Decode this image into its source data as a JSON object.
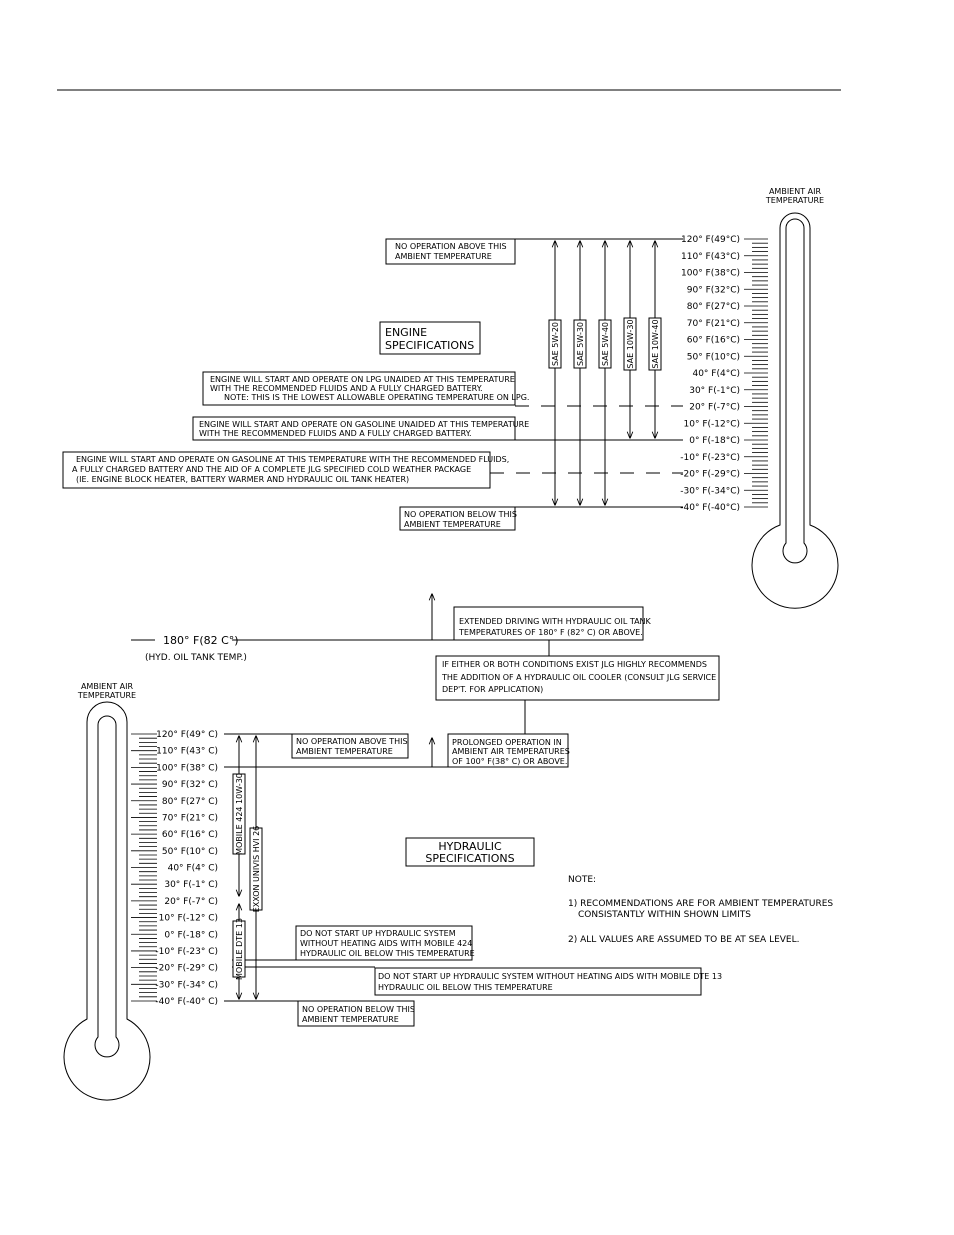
{
  "engine": {
    "title": [
      "ENGINE",
      "SPECIFICATIONS"
    ],
    "ambient_label": [
      "AMBIENT AIR",
      "TEMPERATURE"
    ],
    "scale": [
      "120° F(49°C)",
      "110° F(43°C)",
      "100° F(38°C)",
      "90° F(32°C)",
      "80° F(27°C)",
      "70° F(21°C)",
      "60° F(16°C)",
      "50° F(10°C)",
      "40° F(4°C)",
      "30° F(-1°C)",
      "20° F(-7°C)",
      "10° F(-12°C)",
      "0° F(-18°C)",
      "-10° F(-23°C)",
      "-20° F(-29°C)",
      "-30° F(-34°C)",
      "-40° F(-40°C)"
    ],
    "oils": [
      "SAE 5W-20",
      "SAE 5W-30",
      "SAE 5W-40",
      "SAE 10W-30",
      "SAE 10W-40"
    ],
    "note_above": [
      "NO OPERATION ABOVE THIS",
      "AMBIENT TEMPERATURE"
    ],
    "note_below": [
      "NO OPERATION BELOW THIS",
      "AMBIENT TEMPERATURE"
    ],
    "note_lpg": [
      "ENGINE WILL START AND OPERATE ON LPG  UNAIDED AT THIS TEMPERATURE",
      "WITH THE RECOMMENDED FLUIDS AND A FULLY CHARGED BATTERY.",
      "NOTE: THIS IS THE LOWEST ALLOWABLE OPERATING TEMPERATURE ON LPG."
    ],
    "note_gas": [
      "ENGINE WILL START AND OPERATE ON GASOLINE UNAIDED AT THIS TEMPERATURE",
      "WITH THE RECOMMENDED FLUIDS AND A FULLY CHARGED BATTERY."
    ],
    "note_cold": [
      "ENGINE WILL START AND OPERATE ON GASOLINE AT THIS TEMPERATURE WITH THE RECOMMENDED FLUIDS,",
      "A FULLY CHARGED BATTERY AND THE AID OF A COMPLETE JLG SPECIFIED COLD WEATHER PACKAGE",
      "(IE. ENGINE BLOCK HEATER, BATTERY WARMER AND HYDRAULIC OIL TANK HEATER)"
    ]
  },
  "hydraulic": {
    "title": [
      "HYDRAULIC",
      "SPECIFICATIONS"
    ],
    "ambient_label": [
      "AMBIENT AIR",
      "TEMPERATURE"
    ],
    "tank_temp": [
      "180° F(82 C°)",
      "(HYD. OIL TANK TEMP.)"
    ],
    "scale": [
      "120° F(49° C)",
      "110° F(43° C)",
      "100° F(38° C)",
      "90° F(32° C)",
      "80° F(27° C)",
      "70° F(21° C)",
      "60° F(16° C)",
      "50° F(10° C)",
      "40° F(4° C)",
      "30° F(-1° C)",
      "20° F(-7° C)",
      "10° F(-12° C)",
      "0° F(-18° C)",
      "-10° F(-23° C)",
      "-20° F(-29° C)",
      "-30° F(-34° C)",
      "-40° F(-40° C)"
    ],
    "oils": [
      "MOBILE 424 10W-30",
      "MOBILE DTE 13",
      "EXXON UNIVIS HVI 26"
    ],
    "note_extended": [
      "EXTENDED DRIVING WITH HYDRAULIC OIL TANK",
      "TEMPERATURES OF 180° F (82° C) OR ABOVE."
    ],
    "note_cooler": [
      "IF EITHER OR BOTH CONDITIONS EXIST JLG HIGHLY RECOMMENDS",
      "THE ADDITION OF A HYDRAULIC OIL COOLER (CONSULT JLG SERVICE",
      "DEP'T. FOR APPLICATION)"
    ],
    "note_prolonged": [
      "PROLONGED OPERATION IN",
      "AMBIENT AIR TEMPERATURES",
      "OF 100° F(38° C) OR ABOVE."
    ],
    "note_above": [
      "NO OPERATION ABOVE THIS",
      "AMBIENT TEMPERATURE"
    ],
    "note_below": [
      "NO OPERATION BELOW THIS",
      "AMBIENT TEMPERATURE"
    ],
    "note_mobile424": [
      "DO NOT START UP HYDRAULIC SYSTEM",
      "WITHOUT HEATING AIDS WITH MOBILE 424",
      "HYDRAULIC OIL BELOW THIS TEMPERATURE"
    ],
    "note_dte13": [
      "DO NOT START UP HYDRAULIC SYSTEM  WITHOUT HEATING AIDS WITH MOBILE DTE 13",
      "HYDRAULIC OIL BELOW THIS TEMPERATURE"
    ],
    "notes": [
      "NOTE:",
      "1) RECOMMENDATIONS ARE FOR AMBIENT TEMPERATURES",
      "CONSISTANTLY WITHIN SHOWN LIMITS",
      "2) ALL VALUES ARE ASSUMED TO BE AT SEA LEVEL."
    ]
  }
}
